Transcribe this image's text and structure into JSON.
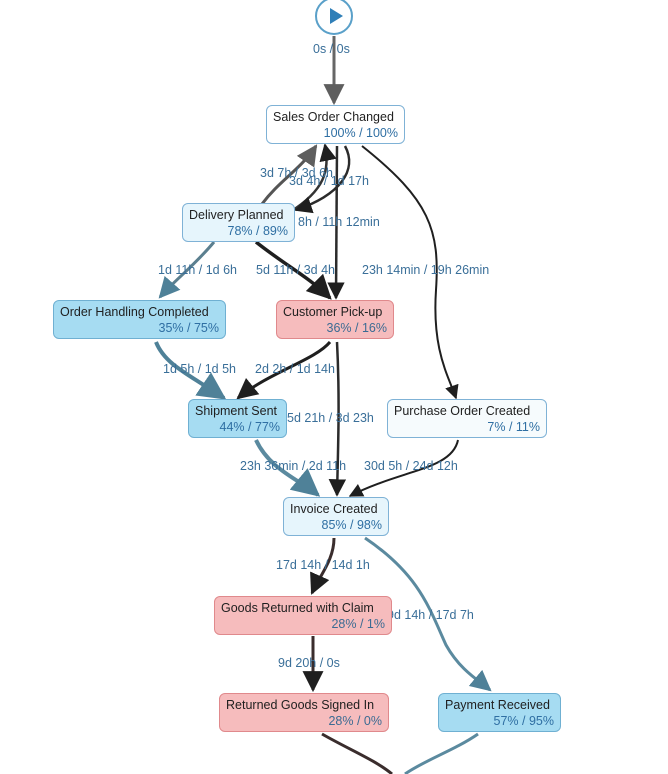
{
  "start": {
    "icon": "play-icon"
  },
  "nodes": {
    "sales_order_changed": {
      "title": "Sales Order Changed",
      "metric": "100% / 100%",
      "style": "white"
    },
    "delivery_planned": {
      "title": "Delivery Planned",
      "metric": "78% / 89%",
      "style": "pale"
    },
    "order_handling_completed": {
      "title": "Order Handling Completed",
      "metric": "35% / 75%",
      "style": "blue"
    },
    "customer_pickup": {
      "title": "Customer Pick-up",
      "metric": "36% / 16%",
      "style": "red"
    },
    "shipment_sent": {
      "title": "Shipment Sent",
      "metric": "44% / 77%",
      "style": "blue"
    },
    "purchase_order_created": {
      "title": "Purchase Order Created",
      "metric": "7% / 11%",
      "style": "white"
    },
    "invoice_created": {
      "title": "Invoice Created",
      "metric": "85% / 98%",
      "style": "pale"
    },
    "goods_returned_with_claim": {
      "title": "Goods Returned with Claim",
      "metric": "28% / 1%",
      "style": "red"
    },
    "returned_goods_signed_in": {
      "title": "Returned Goods Signed In",
      "metric": "28% / 0%",
      "style": "red"
    },
    "payment_received": {
      "title": "Payment Received",
      "metric": "57% / 95%",
      "style": "blue"
    }
  },
  "edge_labels": {
    "start_to_sales": "0s / 0s",
    "delivery_to_sales_a": "3d 7h / 3d 6h",
    "delivery_to_sales_b": "3d 4h / 1d 17h",
    "delivery_side": "8h / 11h 12min",
    "delivery_to_order_handling": "1d 11h / 1d 6h",
    "delivery_to_pickup": "5d 11h / 3d 4h",
    "sales_to_purchase": "23h 14min / 19h 26min",
    "order_handling_to_shipment": "1d 5h / 1d 5h",
    "pickup_to_shipment": "2d 2h / 1d 14h",
    "shipment_side": "5d 21h / 3d 23h",
    "shipment_to_invoice": "23h 36min / 2d 11h",
    "purchase_to_invoice": "30d 5h / 24d 12h",
    "invoice_to_goods_returned": "17d 14h / 14d 1h",
    "invoice_to_payment": "9d 14h / 17d 7h",
    "goods_returned_to_signed_in": "9d 20h / 0s"
  },
  "colors": {
    "edge_dark": "#2b2b2b",
    "edge_gray": "#666666",
    "edge_teal": "#5b8a9f",
    "label_blue": "#3a6f99"
  }
}
